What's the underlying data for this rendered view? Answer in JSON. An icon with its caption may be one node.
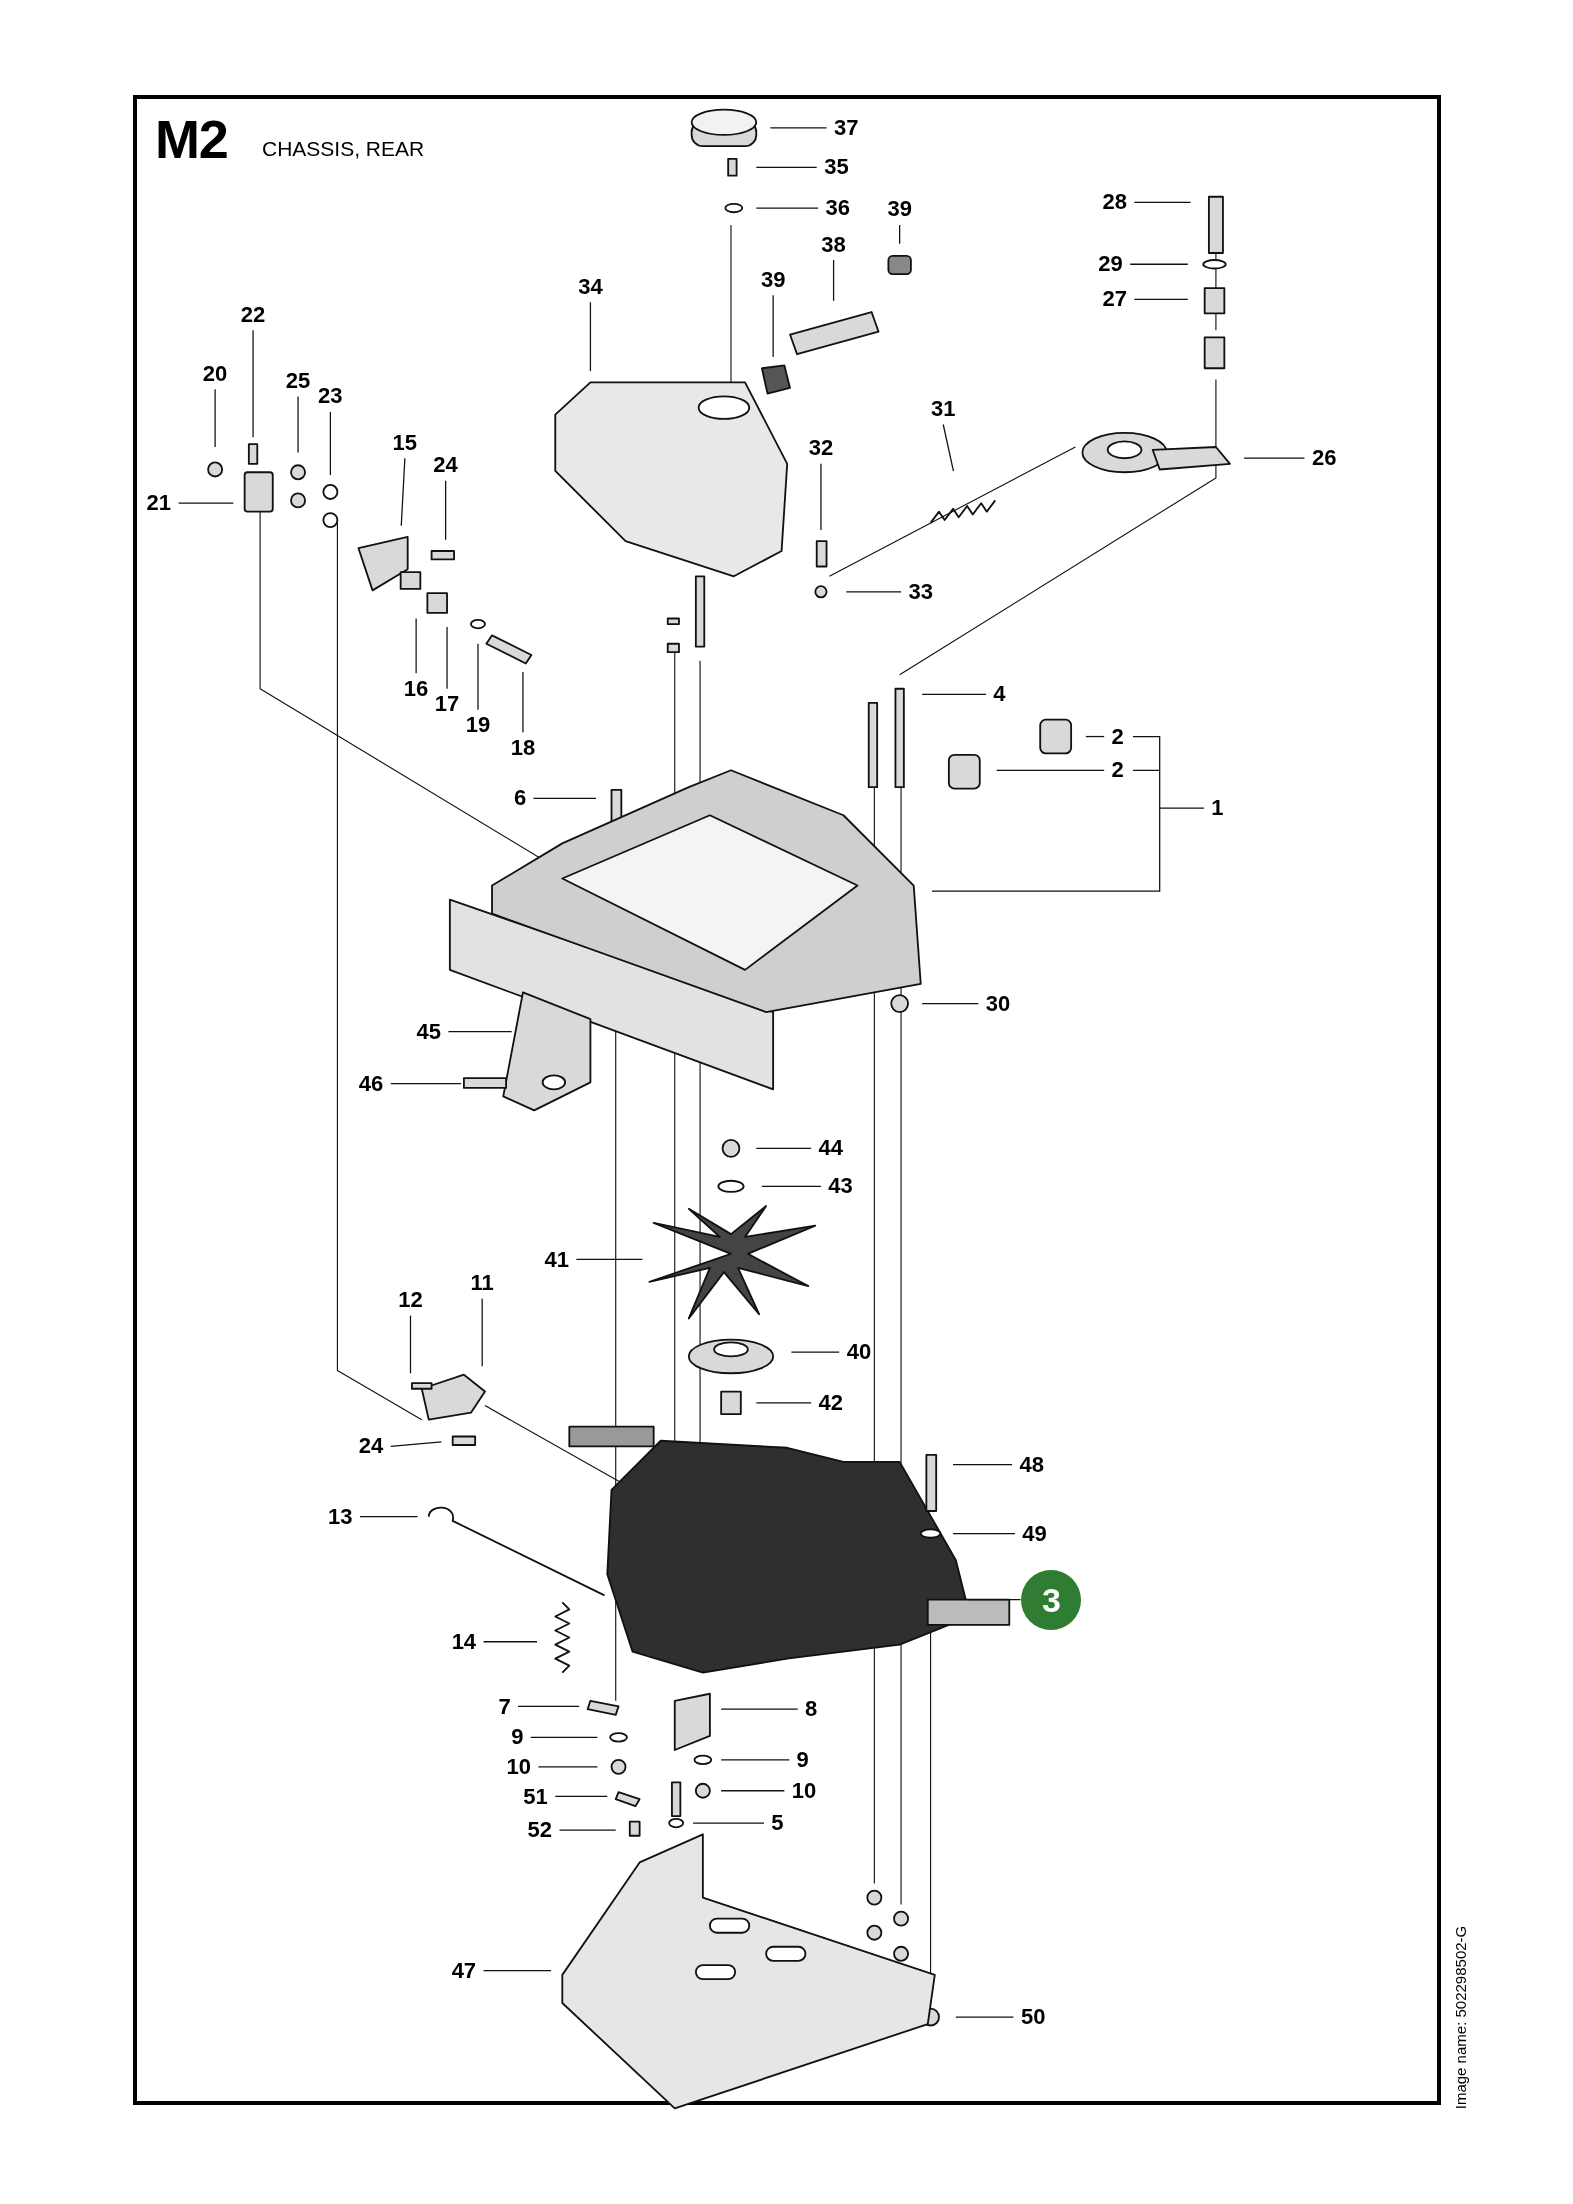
{
  "diagram": {
    "title": "M2",
    "nodes": [
      {
        "text": [
          "37"
        ]
      },
      {
        "text": [
          "35"
        ]
      },
      {
        "text": [
          "28"
        ]
      },
      {
        "text": [
          "36"
        ]
      },
      {
        "text": [
          "39"
        ]
      },
      {
        "text": [
          "38"
        ]
      },
      {
        "text": [
          "29"
        ]
      },
      {
        "text": [
          "34"
        ]
      },
      {
        "text": [
          "39"
        ]
      },
      {
        "text": [
          "27"
        ]
      },
      {
        "text": [
          "22"
        ]
      },
      {
        "text": [
          "20"
        ]
      },
      {
        "text": [
          "25"
        ]
      },
      {
        "text": [
          "23"
        ]
      },
      {
        "text": [
          "31"
        ]
      },
      {
        "text": [
          "15"
        ]
      },
      {
        "text": [
          "32"
        ]
      },
      {
        "text": [
          "26"
        ]
      },
      {
        "text": [
          "24"
        ]
      },
      {
        "text": [
          "21"
        ]
      },
      {
        "text": [
          "33"
        ]
      },
      {
        "text": [
          "16"
        ]
      },
      {
        "text": [
          "4"
        ]
      },
      {
        "text": [
          "17"
        ]
      },
      {
        "text": [
          "19"
        ]
      },
      {
        "text": [
          "2"
        ]
      },
      {
        "text": [
          "18"
        ]
      },
      {
        "text": [
          "2"
        ]
      },
      {
        "text": [
          "6"
        ]
      },
      {
        "text": [
          "1"
        ]
      },
      {
        "text": [
          "30"
        ]
      },
      {
        "text": [
          "45"
        ]
      },
      {
        "text": [
          "46"
        ]
      },
      {
        "text": [
          "44"
        ]
      },
      {
        "text": [
          "43"
        ]
      },
      {
        "text": [
          "41"
        ]
      },
      {
        "text": [
          "11"
        ]
      },
      {
        "text": [
          "12"
        ]
      },
      {
        "text": [
          "40"
        ]
      },
      {
        "text": [
          "42"
        ]
      },
      {
        "text": [
          "24"
        ]
      },
      {
        "text": [
          "48"
        ]
      },
      {
        "text": [
          "13"
        ]
      },
      {
        "text": [
          "49"
        ]
      },
      {
        "text": [
          "3"
        ]
      },
      {
        "text": [
          "14"
        ]
      },
      {
        "text": [
          "7"
        ]
      },
      {
        "text": [
          "8"
        ]
      },
      {
        "text": [
          "9"
        ]
      },
      {
        "text": [
          "9"
        ]
      },
      {
        "text": [
          "10"
        ]
      },
      {
        "text": [
          "10"
        ]
      },
      {
        "text": [
          "51"
        ]
      },
      {
        "text": [
          "5"
        ]
      },
      {
        "text": [
          "52"
        ]
      },
      {
        "text": [
          "47"
        ]
      },
      {
        "text": [
          "50"
        ]
      }
    ],
    "edges": [
      {
        "from": 0,
        "to": null,
        "arrow": "none"
      },
      {
        "from": 1,
        "to": null,
        "arrow": "none"
      },
      {
        "from": 2,
        "to": null,
        "arrow": "none"
      },
      {
        "from": 3,
        "to": null,
        "arrow": "none"
      },
      {
        "from": 4,
        "to": null,
        "arrow": "none"
      },
      {
        "from": 5,
        "to": null,
        "arrow": "none"
      },
      {
        "from": 6,
        "to": null,
        "arrow": "none"
      },
      {
        "from": 7,
        "to": null,
        "arrow": "none"
      },
      {
        "from": 8,
        "to": null,
        "arrow": "none"
      },
      {
        "from": 9,
        "to": null,
        "arrow": "none"
      },
      {
        "from": 10,
        "to": null,
        "arrow": "none"
      },
      {
        "from": 11,
        "to": null,
        "arrow": "none"
      },
      {
        "from": 12,
        "to": null,
        "arrow": "none"
      },
      {
        "from": 13,
        "to": null,
        "arrow": "none"
      },
      {
        "from": 14,
        "to": null,
        "arrow": "none"
      },
      {
        "from": 15,
        "to": null,
        "arrow": "none"
      },
      {
        "from": 16,
        "to": null,
        "arrow": "none"
      },
      {
        "from": 17,
        "to": null,
        "arrow": "none"
      },
      {
        "from": 18,
        "to": null,
        "arrow": "none"
      },
      {
        "from": 19,
        "to": null,
        "arrow": "none"
      },
      {
        "from": 20,
        "to": null,
        "arrow": "none"
      },
      {
        "from": 21,
        "to": null,
        "arrow": "none"
      },
      {
        "from": 22,
        "to": null,
        "arrow": "none"
      },
      {
        "from": 23,
        "to": null,
        "arrow": "none"
      },
      {
        "from": 24,
        "to": null,
        "arrow": "none"
      },
      {
        "from": 25,
        "to": null,
        "arrow": "none"
      },
      {
        "from": 26,
        "to": null,
        "arrow": "none"
      },
      {
        "from": 27,
        "to": null,
        "arrow": "none"
      },
      {
        "from": 28,
        "to": null,
        "arrow": "none"
      },
      {
        "from": 29,
        "to": null,
        "arrow": "none"
      },
      {
        "from": 30,
        "to": null,
        "arrow": "none"
      },
      {
        "from": 31,
        "to": null,
        "arrow": "none"
      },
      {
        "from": 32,
        "to": null,
        "arrow": "none"
      },
      {
        "from": 33,
        "to": null,
        "arrow": "none"
      },
      {
        "from": 34,
        "to": null,
        "arrow": "none"
      },
      {
        "from": 35,
        "to": null,
        "arrow": "none"
      },
      {
        "from": 36,
        "to": null,
        "arrow": "none"
      },
      {
        "from": 37,
        "to": null,
        "arrow": "none"
      },
      {
        "from": 38,
        "to": null,
        "arrow": "none"
      },
      {
        "from": 39,
        "to": null,
        "arrow": "none"
      },
      {
        "from": 40,
        "to": null,
        "arrow": "none"
      },
      {
        "from": 41,
        "to": null,
        "arrow": "none"
      },
      {
        "from": 42,
        "to": null,
        "arrow": "none"
      },
      {
        "from": 43,
        "to": null,
        "arrow": "none"
      },
      {
        "from": 44,
        "to": null,
        "arrow": "none"
      },
      {
        "from": 45,
        "to": null,
        "arrow": "none"
      },
      {
        "from": 46,
        "to": null,
        "arrow": "none"
      },
      {
        "from": 47,
        "to": null,
        "arrow": "none"
      },
      {
        "from": 48,
        "to": null,
        "arrow": "none"
      },
      {
        "from": 49,
        "to": null,
        "arrow": "none"
      },
      {
        "from": 50,
        "to": null,
        "arrow": "none"
      },
      {
        "from": 51,
        "to": null,
        "arrow": "none"
      },
      {
        "from": 52,
        "to": null,
        "arrow": "none"
      },
      {
        "from": 53,
        "to": null,
        "arrow": "none"
      },
      {
        "from": 54,
        "to": null,
        "arrow": "none"
      },
      {
        "from": 55,
        "to": null,
        "arrow": "none"
      },
      {
        "from": 56,
        "to": null,
        "arrow": "none"
      }
    ],
    "labels": [
      "CHASSIS, REAR",
      "Image name: 502298502-G"
    ]
  }
}
